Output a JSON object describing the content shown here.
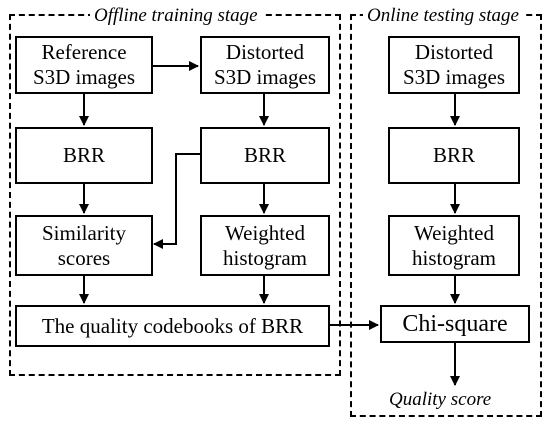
{
  "stages": {
    "offline": {
      "title": "Offline training stage"
    },
    "online": {
      "title": "Online testing stage"
    }
  },
  "nodes": {
    "reference": "Reference\nS3D images",
    "distorted_offline": "Distorted\nS3D images",
    "brr_ref": "BRR",
    "brr_dist": "BRR",
    "similarity": "Similarity\nscores",
    "weighted_offline": "Weighted\nhistogram",
    "codebooks": "The quality codebooks of BRR",
    "distorted_online": "Distorted\nS3D images",
    "brr_online": "BRR",
    "weighted_online": "Weighted\nhistogram",
    "chi_square": "Chi-square"
  },
  "output_label": "Quality score"
}
